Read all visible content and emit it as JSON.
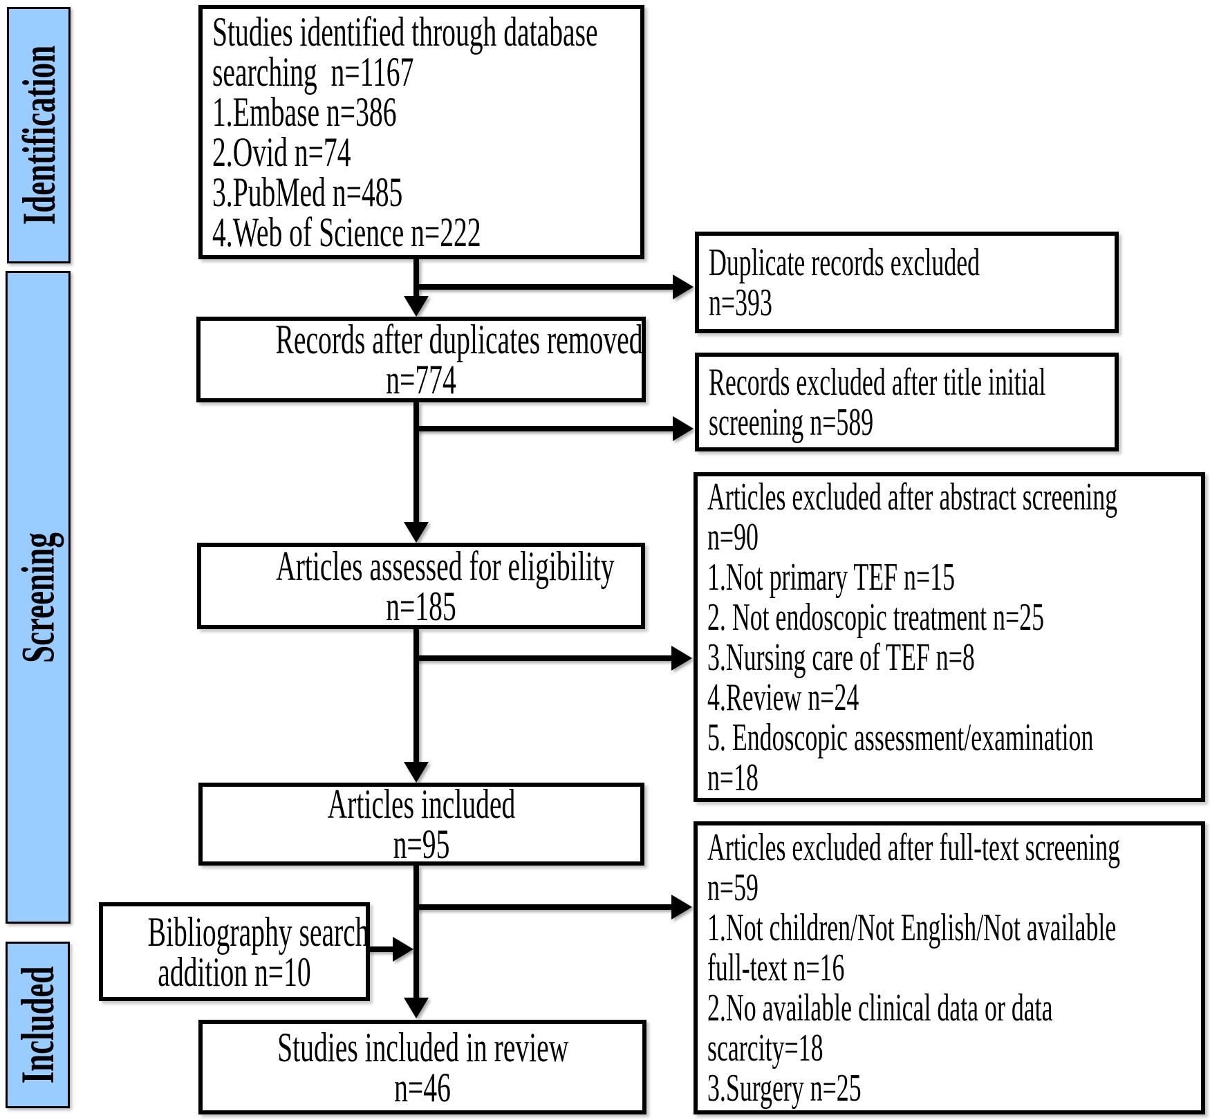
{
  "figure": {
    "type": "prisma-flow-diagram",
    "background": "#ffffff",
    "line_color": "#000000",
    "sidebar_fill": "#99ccff"
  },
  "sidebar": {
    "identification": "Identification",
    "screening": "Screening",
    "included": "Included"
  },
  "flow": {
    "identified": {
      "lines": [
        "Studies identified through database",
        "searching  n=1167",
        "1.Embase n=386",
        "2.Ovid n=74",
        "3.PubMed n=485",
        "4.Web of Science n=222"
      ]
    },
    "after_duplicates": {
      "lines": [
        "Records after duplicates removed",
        "n=774"
      ]
    },
    "eligibility": {
      "lines": [
        "Articles assessed for eligibility",
        "n=185"
      ]
    },
    "articles_included": {
      "lines": [
        "Articles included",
        "n=95"
      ]
    },
    "bibliography": {
      "lines": [
        "Bibliography search",
        "addition n=10"
      ]
    },
    "final_included": {
      "lines": [
        "Studies included in review",
        "n=46"
      ]
    }
  },
  "exclusions": {
    "duplicates": {
      "lines": [
        "Duplicate records excluded",
        "n=393"
      ]
    },
    "title_screening": {
      "lines": [
        "Records excluded after title initial",
        "screening n=589"
      ]
    },
    "abstract_screening": {
      "lines": [
        "Articles excluded after abstract screening",
        "n=90",
        "1.Not primary TEF n=15",
        "2. Not endoscopic treatment n=25",
        "3.Nursing care of TEF n=8",
        "4.Review n=24",
        "5. Endoscopic assessment/examination",
        "n=18"
      ]
    },
    "fulltext_screening": {
      "lines": [
        "Articles excluded after full-text screening",
        "n=59",
        "1.Not children/Not English/Not available",
        "full-text n=16",
        "2.No available clinical data or data",
        "scarcity=18",
        "3.Surgery n=25"
      ]
    }
  }
}
